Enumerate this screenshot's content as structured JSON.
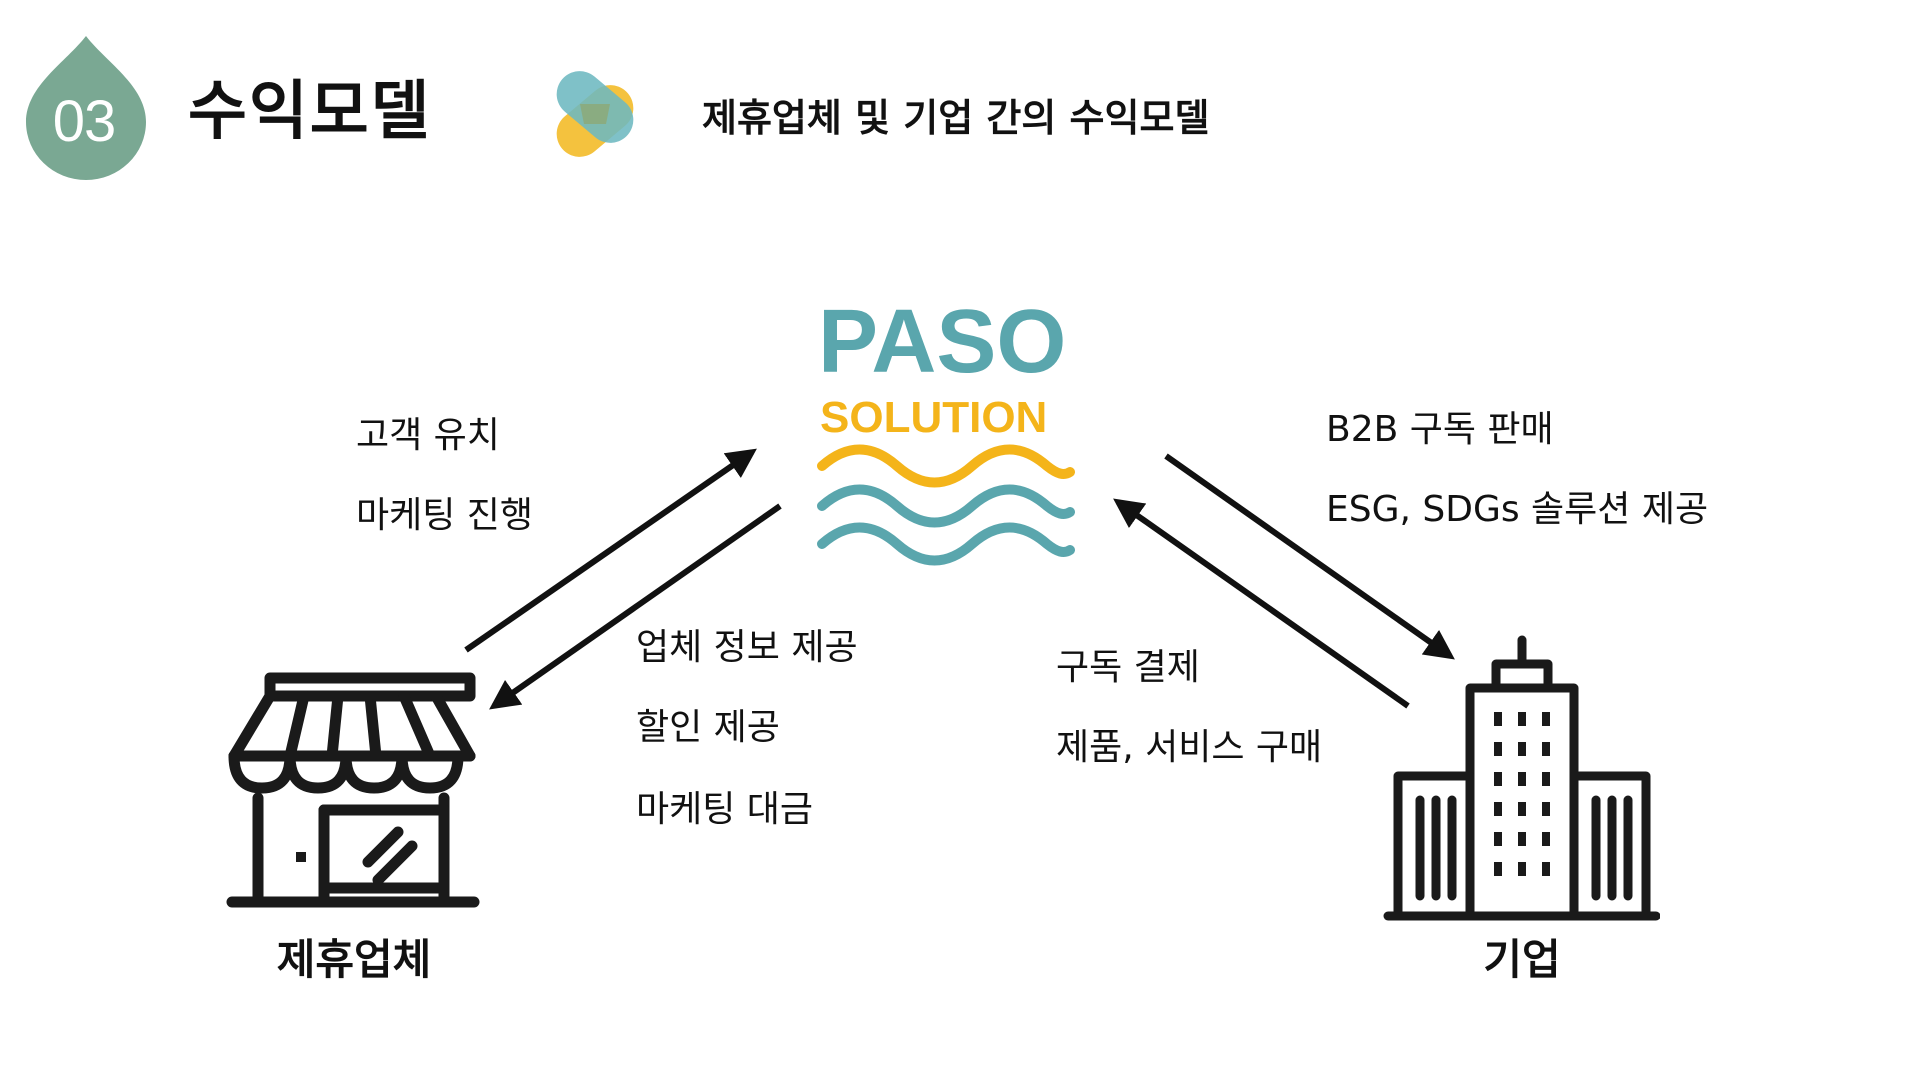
{
  "header": {
    "number": "03",
    "title": "수익모델",
    "subtitle": "제휴업체 및 기업 간의 수익모델",
    "accent_color": "#7aa893",
    "icon": "overlapping-pills-icon"
  },
  "logo": {
    "name": "PASO",
    "tagline": "SOLUTION",
    "teal": "#5aa6ad",
    "yellow": "#f4b41a"
  },
  "nodes": {
    "partner": {
      "label": "제휴업체",
      "icon": "storefront-icon"
    },
    "company": {
      "label": "기업",
      "icon": "office-building-icon"
    }
  },
  "flows": {
    "partner_to_paso": [
      "고객 유치",
      "마케팅 진행"
    ],
    "paso_to_partner": [
      "업체 정보 제공",
      "할인 제공",
      "마케팅 대금"
    ],
    "paso_to_company": [
      "B2B 구독 판매",
      "ESG, SDGs 솔루션 제공"
    ],
    "company_to_paso": [
      "구독 결제",
      "제품, 서비스 구매"
    ]
  }
}
